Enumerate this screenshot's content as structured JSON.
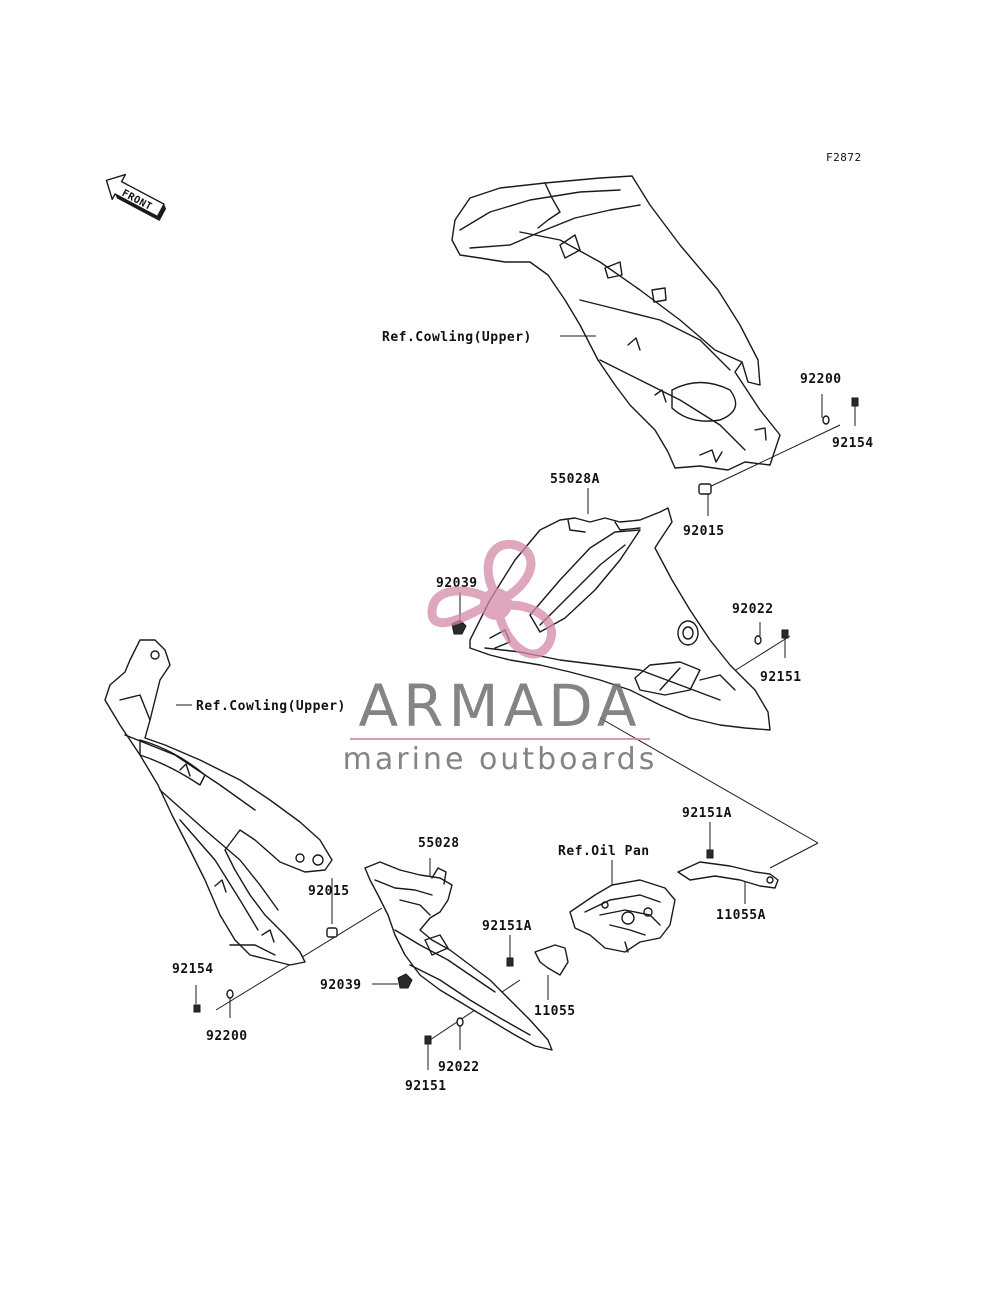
{
  "figure_code": "F2872",
  "front_arrow_label": "FRONT",
  "callouts": {
    "ref_cowling_upper_top": "Ref.Cowling(Upper)",
    "ref_cowling_upper_left": "Ref.Cowling(Upper)",
    "ref_oil_pan": "Ref.Oil Pan",
    "p92200_right": "92200",
    "p92154_right": "92154",
    "p55028A": "55028A",
    "p92015_right": "92015",
    "p92039_right": "92039",
    "p92022_right": "92022",
    "p92151_right": "92151",
    "p92151A_top": "92151A",
    "p55028": "55028",
    "p92015_left": "92015",
    "p92151A_mid": "92151A",
    "p11055A": "11055A",
    "p11055": "11055",
    "p92039_left": "92039",
    "p92154_left": "92154",
    "p92200_left": "92200",
    "p92022_bottom": "92022",
    "p92151_bottom": "92151"
  },
  "watermark": {
    "title": "ARMADA",
    "subtitle": "marine outboards",
    "accent_color": "#d48aa8"
  }
}
